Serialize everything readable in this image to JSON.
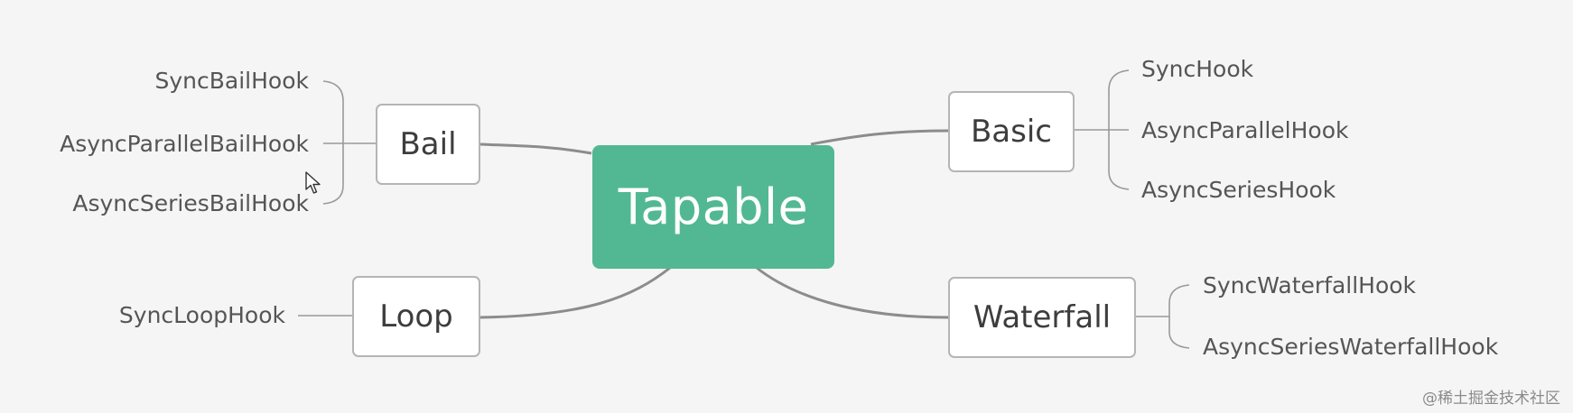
{
  "mindmap": {
    "root": {
      "label": "Tapable",
      "color": "#52b893"
    },
    "branches": {
      "bail": {
        "label": "Bail",
        "children": [
          "SyncBailHook",
          "AsyncParallelBailHook",
          "AsyncSeriesBailHook"
        ]
      },
      "loop": {
        "label": "Loop",
        "children": [
          "SyncLoopHook"
        ]
      },
      "basic": {
        "label": "Basic",
        "children": [
          "SyncHook",
          "AsyncParallelHook",
          "AsyncSeriesHook"
        ]
      },
      "waterfall": {
        "label": "Waterfall",
        "children": [
          "SyncWaterfallHook",
          "AsyncSeriesWaterfallHook"
        ]
      }
    }
  },
  "watermark": "@稀土掘金技术社区",
  "icons": {
    "cursor": "mouse-pointer-icon"
  }
}
